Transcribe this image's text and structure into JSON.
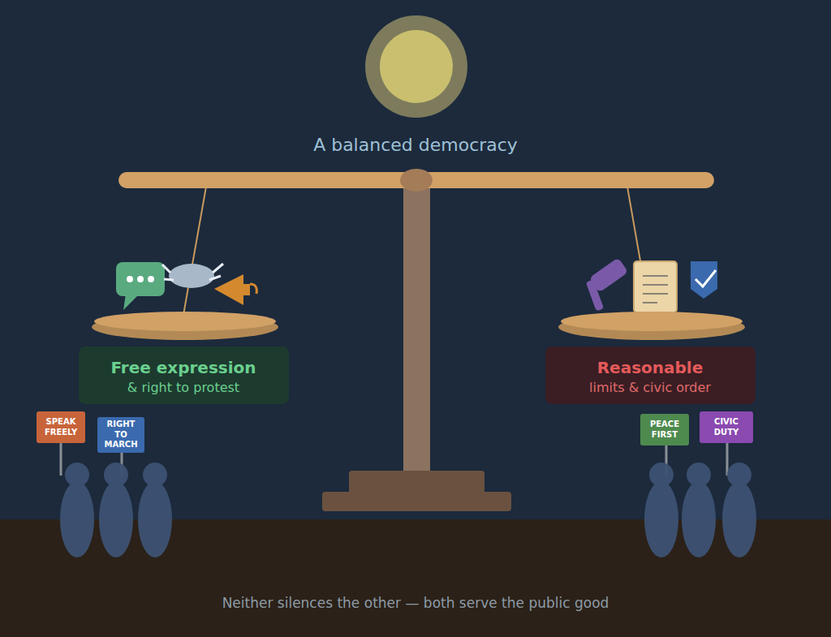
{
  "diagram": {
    "title": "A balanced democracy",
    "caption": "Neither silences the other — both serve the public good",
    "nodes": [
      {
        "text": [
          "Free expression",
          "& right to protest"
        ]
      },
      {
        "text": [
          "Reasonable",
          "limits & civic order"
        ]
      },
      {
        "text": [
          "SPEAK FREELY"
        ]
      },
      {
        "text": [
          "RIGHT TO MARCH"
        ]
      },
      {
        "text": [
          "PEACE FIRST"
        ]
      },
      {
        "text": [
          "CIVIC DUTY"
        ]
      }
    ]
  }
}
